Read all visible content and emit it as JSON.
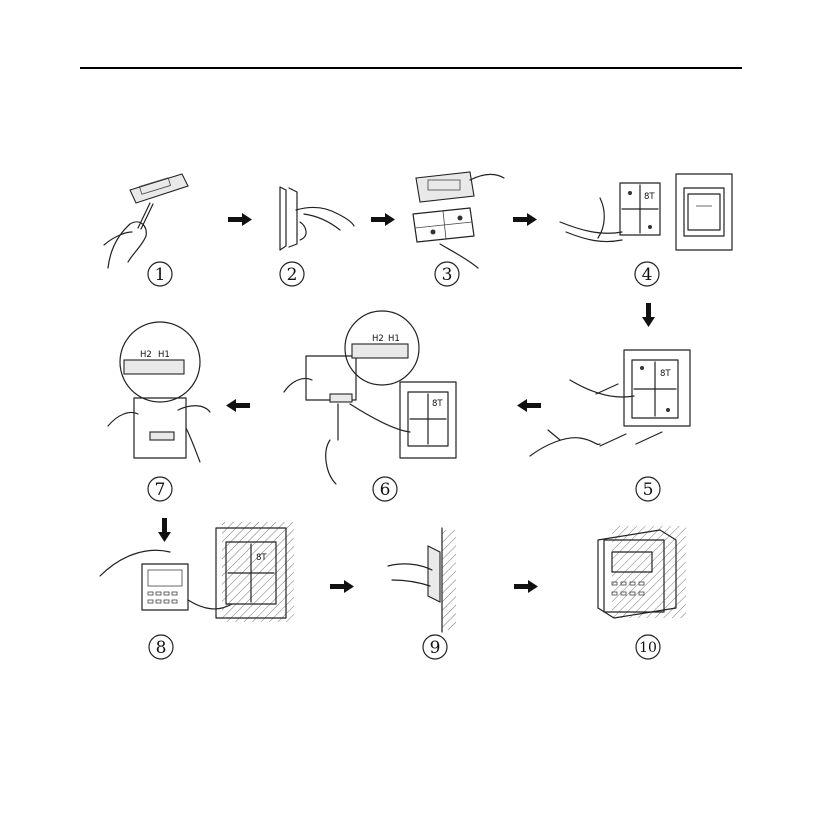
{
  "steps": [
    {
      "number": "1",
      "icon": "screwdriver-pry-icon"
    },
    {
      "number": "2",
      "icon": "separate-cover-icon"
    },
    {
      "number": "3",
      "icon": "remove-backplate-icon"
    },
    {
      "number": "4",
      "icon": "wall-box-icon"
    },
    {
      "number": "5",
      "icon": "screw-mount-icon"
    },
    {
      "number": "6",
      "icon": "wire-terminal-icon"
    },
    {
      "number": "7",
      "icon": "connect-terminals-icon"
    },
    {
      "number": "8",
      "icon": "attach-front-icon"
    },
    {
      "number": "9",
      "icon": "clip-in-icon"
    },
    {
      "number": "10",
      "icon": "finished-controller-icon"
    }
  ],
  "terminal_labels": [
    "H2",
    "H1"
  ]
}
